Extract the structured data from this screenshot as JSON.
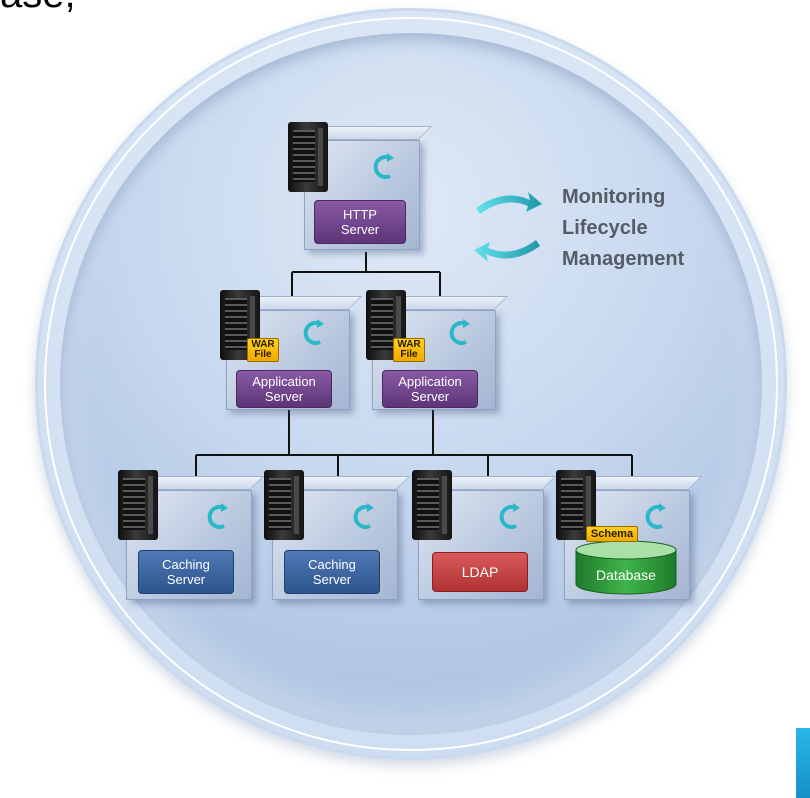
{
  "top_fragment": "ase,",
  "legend": {
    "line1": "Monitoring",
    "line2": "Lifecycle",
    "line3": "Management"
  },
  "nodes": {
    "http": {
      "line1": "HTTP",
      "line2": "Server"
    },
    "app1": {
      "tag": "WAR File",
      "tag_line1": "WAR",
      "tag_line2": "File",
      "line1": "Application",
      "line2": "Server"
    },
    "app2": {
      "tag_line1": "WAR",
      "tag_line2": "File",
      "line1": "Application",
      "line2": "Server"
    },
    "cache1": {
      "line1": "Caching",
      "line2": "Server"
    },
    "cache2": {
      "line1": "Caching",
      "line2": "Server"
    },
    "ldap": {
      "label": "LDAP"
    },
    "db": {
      "tag": "Schema",
      "label": "Database"
    }
  },
  "colors": {
    "server_label_purple": "#5d3578",
    "server_label_blue": "#2d5690",
    "ldap_red": "#b23232",
    "database_green": "#2e9b3a",
    "tag_yellow": "#f0a800",
    "cycle_teal": "#2ab8c8",
    "legend_text": "#555c66"
  },
  "icons": [
    "server-tower-icon",
    "lifecycle-arrows-icon"
  ]
}
